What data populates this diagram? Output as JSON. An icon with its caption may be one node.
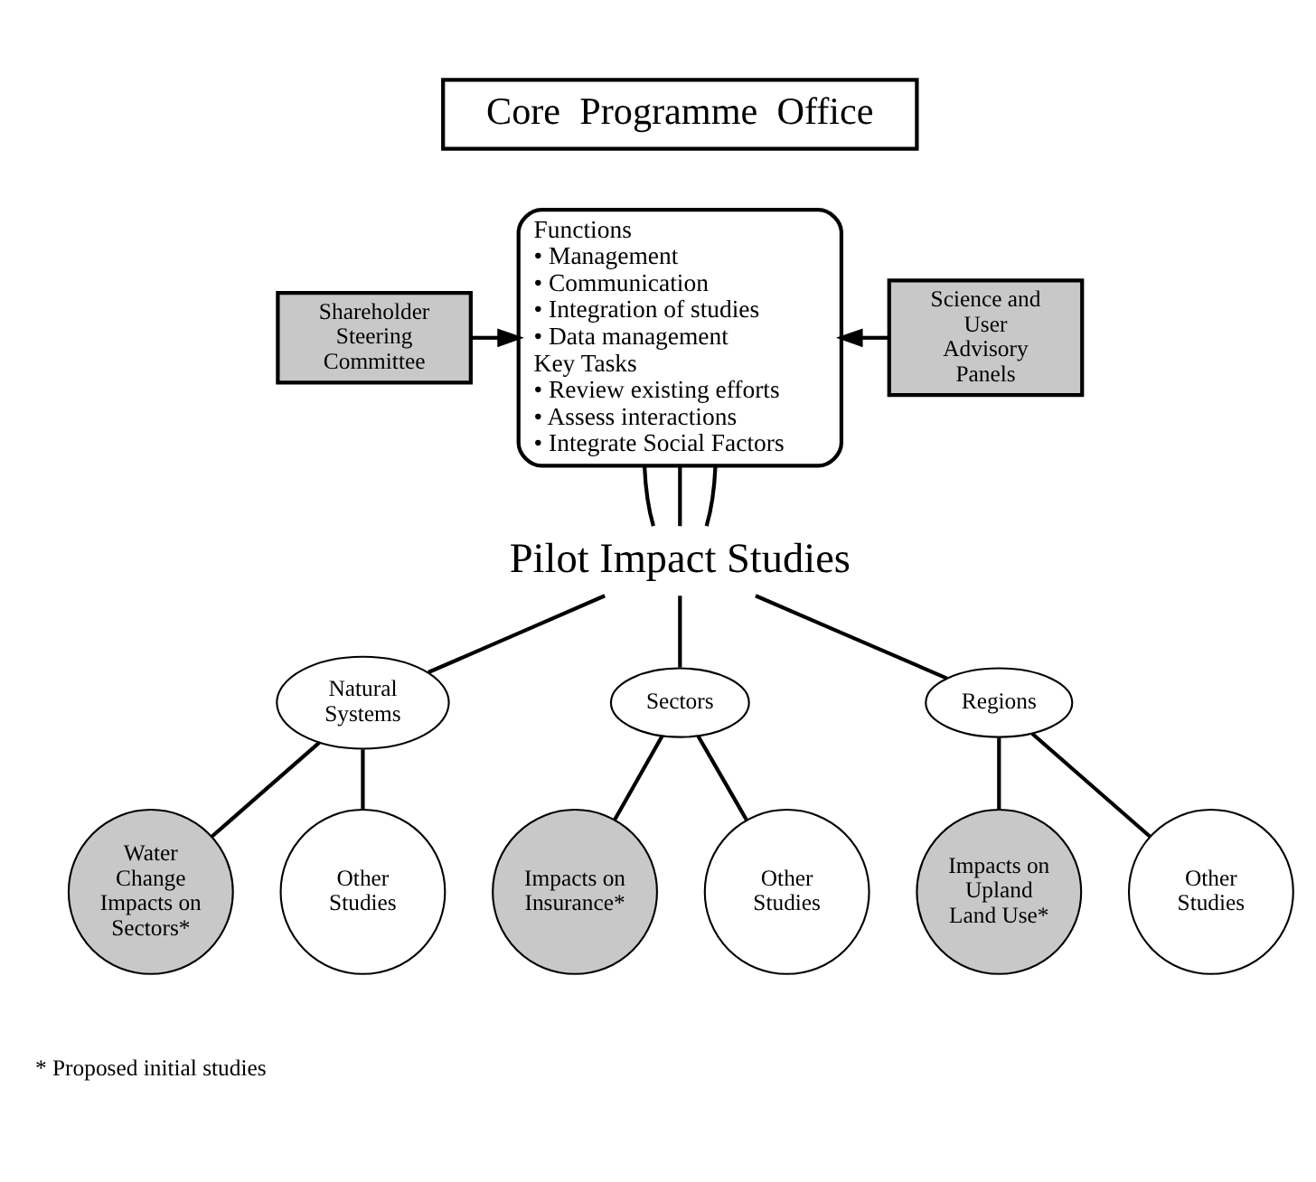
{
  "diagram": {
    "nodes": [
      {
        "text": [
          "Core  Programme  Office"
        ]
      },
      {
        "text": [
          "Functions",
          "• Management",
          "• Communication",
          "• Integration of studies",
          "• Data management",
          "Key Tasks",
          "• Review existing efforts",
          "• Assess interactions",
          "• Integrate Social Factors"
        ]
      },
      {
        "text": [
          "Shareholder Steering Committee"
        ]
      },
      {
        "text": [
          "Science and User Advisory Panels"
        ]
      },
      {
        "text": [
          "Pilot Impact Studies"
        ]
      },
      {
        "text": [
          "Natural Systems"
        ]
      },
      {
        "text": [
          "Sectors"
        ]
      },
      {
        "text": [
          "Regions"
        ]
      },
      {
        "text": [
          "Water Change Impacts on Sectors*"
        ]
      },
      {
        "text": [
          "Other Studies"
        ]
      },
      {
        "text": [
          "Impacts on Insurance*"
        ]
      },
      {
        "text": [
          "Other Studies"
        ]
      },
      {
        "text": [
          "Impacts on Upland Land Use*"
        ]
      },
      {
        "text": [
          "Other Studies"
        ]
      }
    ],
    "edges": [
      {
        "from": 2,
        "to": 1,
        "arrow": "to"
      },
      {
        "from": 3,
        "to": 1,
        "arrow": "to"
      },
      {
        "from": 1,
        "to": 4,
        "arrow": "none"
      },
      {
        "from": 1,
        "to": 4,
        "arrow": "none"
      },
      {
        "from": 1,
        "to": 4,
        "arrow": "none"
      },
      {
        "from": 4,
        "to": 5,
        "arrow": "none"
      },
      {
        "from": 4,
        "to": 6,
        "arrow": "none"
      },
      {
        "from": 4,
        "to": 7,
        "arrow": "none"
      },
      {
        "from": 5,
        "to": 8,
        "arrow": "none"
      },
      {
        "from": 5,
        "to": 9,
        "arrow": "none"
      },
      {
        "from": 6,
        "to": 10,
        "arrow": "none"
      },
      {
        "from": 6,
        "to": 11,
        "arrow": "none"
      },
      {
        "from": 7,
        "to": 12,
        "arrow": "none"
      },
      {
        "from": 7,
        "to": 13,
        "arrow": "none"
      }
    ],
    "labels": [
      "* Proposed initial studies"
    ]
  }
}
